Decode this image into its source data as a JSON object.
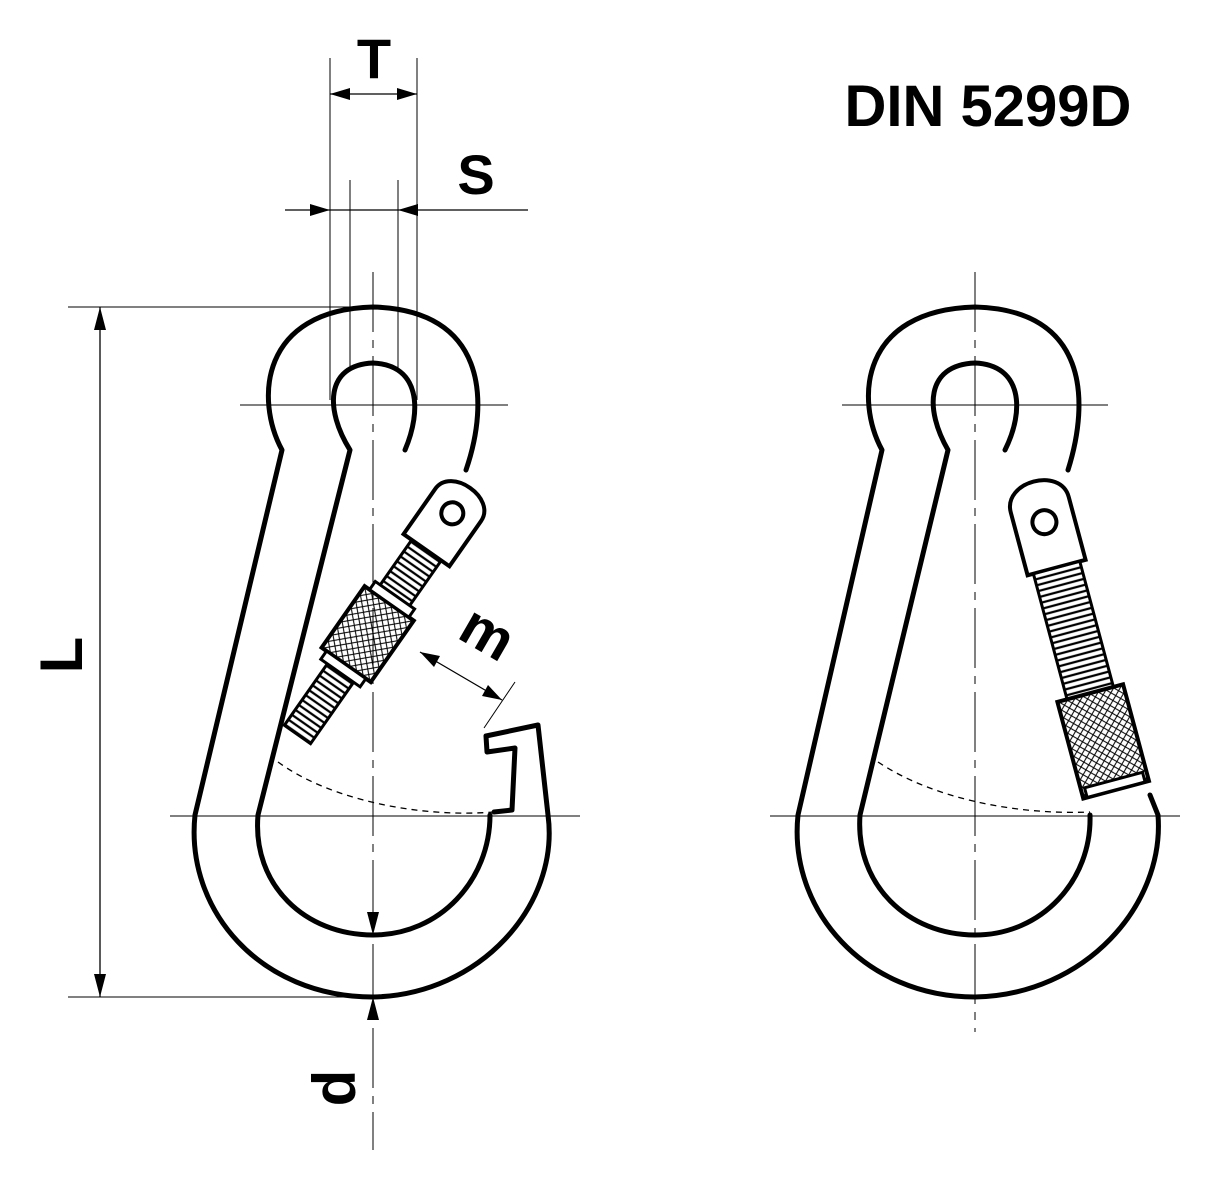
{
  "title": "DIN 5299D",
  "dimensions": {
    "T": "T",
    "S": "S",
    "L": "L",
    "m": "m",
    "d": "d"
  },
  "colors": {
    "line": "#000000",
    "background": "#ffffff"
  }
}
